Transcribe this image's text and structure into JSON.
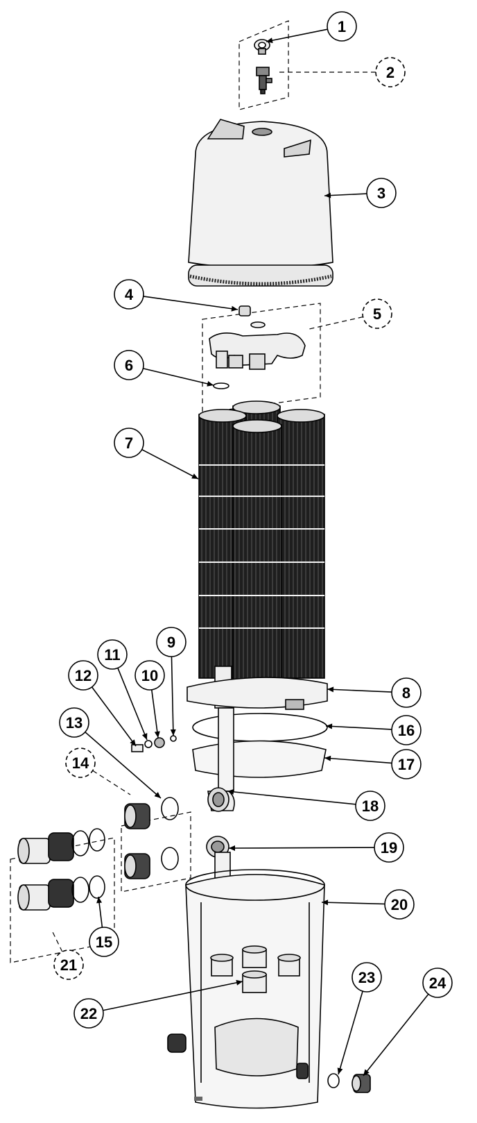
{
  "callouts": [
    {
      "id": "1",
      "label": "1",
      "style": "solid"
    },
    {
      "id": "2",
      "label": "2",
      "style": "dashed"
    },
    {
      "id": "3",
      "label": "3",
      "style": "solid"
    },
    {
      "id": "4",
      "label": "4",
      "style": "solid"
    },
    {
      "id": "5",
      "label": "5",
      "style": "dashed"
    },
    {
      "id": "6",
      "label": "6",
      "style": "solid"
    },
    {
      "id": "7",
      "label": "7",
      "style": "solid"
    },
    {
      "id": "8",
      "label": "8",
      "style": "solid"
    },
    {
      "id": "9",
      "label": "9",
      "style": "solid"
    },
    {
      "id": "10",
      "label": "10",
      "style": "solid"
    },
    {
      "id": "11",
      "label": "11",
      "style": "solid"
    },
    {
      "id": "12",
      "label": "12",
      "style": "solid"
    },
    {
      "id": "13",
      "label": "13",
      "style": "solid"
    },
    {
      "id": "14",
      "label": "14",
      "style": "dashed"
    },
    {
      "id": "15",
      "label": "15",
      "style": "solid"
    },
    {
      "id": "16",
      "label": "16",
      "style": "solid"
    },
    {
      "id": "17",
      "label": "17",
      "style": "solid"
    },
    {
      "id": "18",
      "label": "18",
      "style": "solid"
    },
    {
      "id": "19",
      "label": "19",
      "style": "solid"
    },
    {
      "id": "20",
      "label": "20",
      "style": "solid"
    },
    {
      "id": "21",
      "label": "21",
      "style": "dashed"
    },
    {
      "id": "22",
      "label": "22",
      "style": "solid"
    },
    {
      "id": "23",
      "label": "23",
      "style": "solid"
    },
    {
      "id": "24",
      "label": "24",
      "style": "solid"
    }
  ],
  "colors": {
    "line": "#000000",
    "part_fill": "#f2f2f2",
    "cartridge": "#2a2a2a",
    "background": "#ffffff"
  }
}
